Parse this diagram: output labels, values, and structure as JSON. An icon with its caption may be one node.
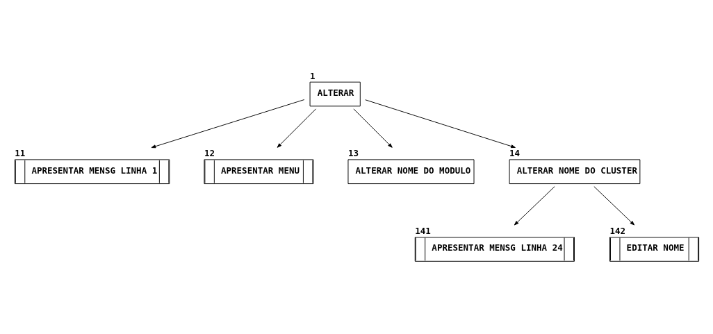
{
  "diagram": {
    "nodes": [
      {
        "text": [
          "1",
          "ALTERAR"
        ]
      },
      {
        "text": [
          "11",
          "APRESENTAR MENSG LINHA 1"
        ]
      },
      {
        "text": [
          "12",
          "APRESENTAR MENU"
        ]
      },
      {
        "text": [
          "13",
          "ALTERAR NOME DO MODULO"
        ]
      },
      {
        "text": [
          "14",
          "ALTERAR NOME DO CLUSTER"
        ]
      },
      {
        "text": [
          "141",
          "APRESENTAR MENSG LINHA 24"
        ]
      },
      {
        "text": [
          "142",
          "EDITAR NOME"
        ]
      }
    ],
    "edges": [
      {
        "from": 0,
        "to": 1,
        "arrow": "to"
      },
      {
        "from": 0,
        "to": 2,
        "arrow": "to"
      },
      {
        "from": 0,
        "to": 3,
        "arrow": "to"
      },
      {
        "from": 0,
        "to": 4,
        "arrow": "to"
      },
      {
        "from": 4,
        "to": 5,
        "arrow": "to"
      },
      {
        "from": 4,
        "to": 6,
        "arrow": "to"
      }
    ]
  }
}
